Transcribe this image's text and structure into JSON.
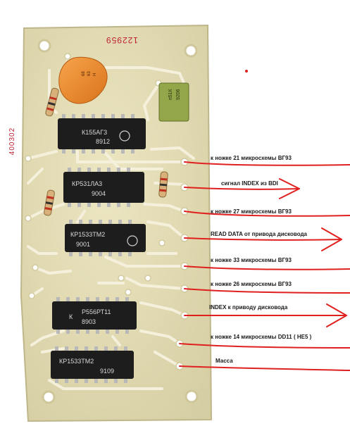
{
  "board": {
    "serial_top": "122959",
    "serial_side": "400302"
  },
  "chips": [
    {
      "id": "dd1",
      "line1": "К155АГ3",
      "line2": "8912"
    },
    {
      "id": "dd2",
      "line1": "КР531ЛА3",
      "line2": "9004"
    },
    {
      "id": "dd3",
      "line1": "КР1533ТМ2",
      "line2": "9001"
    },
    {
      "id": "dd4",
      "line1": "Р556РТ11",
      "line2": "8903",
      "prefix": "К"
    },
    {
      "id": "dd5",
      "line1": "КР1533ТМ2",
      "line2": "9109"
    }
  ],
  "components": {
    "cap_orange": [
      "68",
      "63",
      "Н"
    ],
    "cap_green": [
      "п51К",
      "9206"
    ]
  },
  "labels": [
    {
      "id": "pin21",
      "text": "к ножке 21 микросхемы ВГ93"
    },
    {
      "id": "index_bdi",
      "text": "сигнал INDEX из BDI"
    },
    {
      "id": "pin27",
      "text": "к ножке 27 микросхемы ВГ93"
    },
    {
      "id": "read_data",
      "text": "READ DATA от привода дисковода"
    },
    {
      "id": "pin33",
      "text": "к ножке 33 микросхемы ВГ93"
    },
    {
      "id": "pin26",
      "text": "к ножке 26 микросхемы ВГ93"
    },
    {
      "id": "index_drive",
      "text": "INDEX к приводу дисковода"
    },
    {
      "id": "pin14",
      "text": "к ножке 14 микросхемы DD11 ( НЕ5 )"
    },
    {
      "id": "ground",
      "text": "Масса"
    }
  ],
  "colors": {
    "board": "#e6e0b8",
    "board_edge": "#cfc79a",
    "trace": "#f2eed8",
    "chip": "#1d1d1d",
    "wire": "#e0201f",
    "text": "#1a1a1a"
  }
}
